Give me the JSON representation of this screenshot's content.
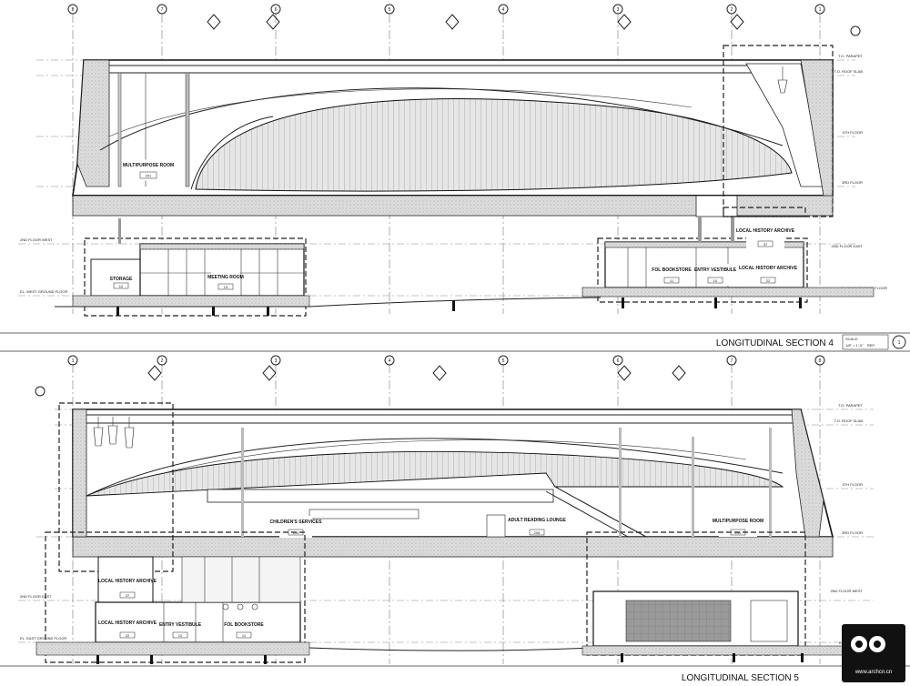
{
  "section4": {
    "title": "LONGITUDINAL SECTION 4",
    "scale_label": "SCALE:",
    "scale_value": "1/8\" = 1'-0\"",
    "ref_label": "REF:",
    "drawing_number": "1",
    "grid_labels": [
      "8",
      "7",
      "6",
      "5",
      "4",
      "3",
      "2",
      "1"
    ],
    "levels": [
      "T.O. PARAPET",
      "T.O. ROOF SLAB",
      "4TH FLOOR",
      "3RD FLOOR",
      "2ND FLOOR WEST",
      "2ND FLOOR EAST",
      "EL. WEST GROUND FLOOR",
      "EL. EAST GROUND FLOOR"
    ],
    "rooms": [
      {
        "name": "MULTIPURPOSE ROOM",
        "number": "201"
      },
      {
        "name": "STORAGE",
        "number": "12"
      },
      {
        "name": "MEETING ROOM",
        "number": "13"
      },
      {
        "name": "FOL BOOKSTORE",
        "number": "11"
      },
      {
        "name": "ENTRY VESTIBULE",
        "number": "10"
      },
      {
        "name": "LOCAL HISTORY ARCHIVE",
        "number": "22"
      },
      {
        "name": "LOCAL HISTORY ARCHIVE",
        "number": "37"
      }
    ]
  },
  "section5": {
    "title": "LONGITUDINAL SECTION 5",
    "grid_labels": [
      "1",
      "2",
      "3",
      "4",
      "5",
      "6",
      "7",
      "8"
    ],
    "levels": [
      "T.O. PARAPET",
      "T.O. ROOF SLAB",
      "4TH FLOOR",
      "3RD FLOOR",
      "2ND FLOOR WEST",
      "2ND FLOOR EAST",
      "EL. EAST GROUND FLOOR",
      "EL. WEST GR"
    ],
    "rooms": [
      {
        "name": "CHILDREN'S SERVICES",
        "number": "214"
      },
      {
        "name": "ADULT READING LOUNGE",
        "number": "208"
      },
      {
        "name": "MULTIPURPOSE ROOM",
        "number": "201"
      },
      {
        "name": "LOCAL HISTORY ARCHIVE",
        "number": "37"
      },
      {
        "name": "LOCAL HISTORY ARCHIVE",
        "number": "22"
      },
      {
        "name": "ENTRY VESTIBULE",
        "number": "10"
      },
      {
        "name": "FOL BOOKSTORE",
        "number": "11"
      }
    ]
  },
  "watermark": "www.archcn.cn"
}
